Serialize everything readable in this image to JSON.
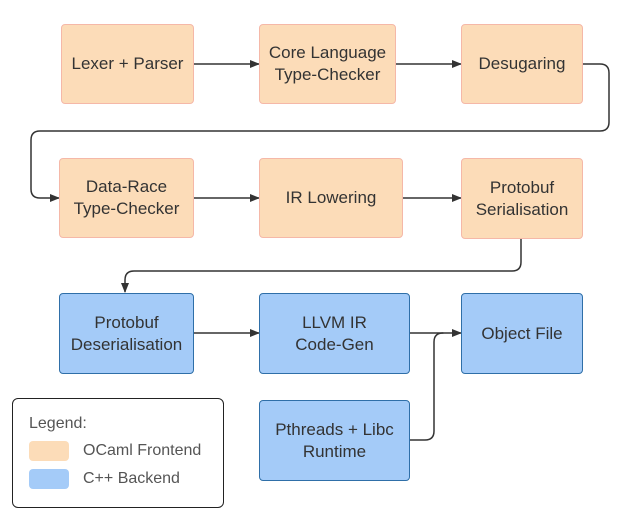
{
  "nodes": {
    "lexer_parser": "Lexer + Parser",
    "core_type_checker": "Core Language\nType-Checker",
    "desugaring": "Desugaring",
    "data_race_type_checker": "Data-Race\nType-Checker",
    "ir_lowering": "IR Lowering",
    "protobuf_serialisation": "Protobuf\nSerialisation",
    "protobuf_deserialisation": "Protobuf\nDeserialisation",
    "llvm_ir_codegen": "LLVM IR\nCode-Gen",
    "object_file": "Object File",
    "pthreads_libc_runtime": "Pthreads + Libc\nRuntime"
  },
  "legend": {
    "title": "Legend:",
    "items": [
      {
        "label": "OCaml Frontend",
        "color": "#fcdcb8"
      },
      {
        "label": "C++ Backend",
        "color": "#a4cbf8"
      }
    ]
  },
  "colors": {
    "frontend_fill": "#fcdcb8",
    "frontend_border": "#f5b8a8",
    "backend_fill": "#a4cbf8",
    "backend_border": "#2f6fa8",
    "arrow": "#333333"
  }
}
